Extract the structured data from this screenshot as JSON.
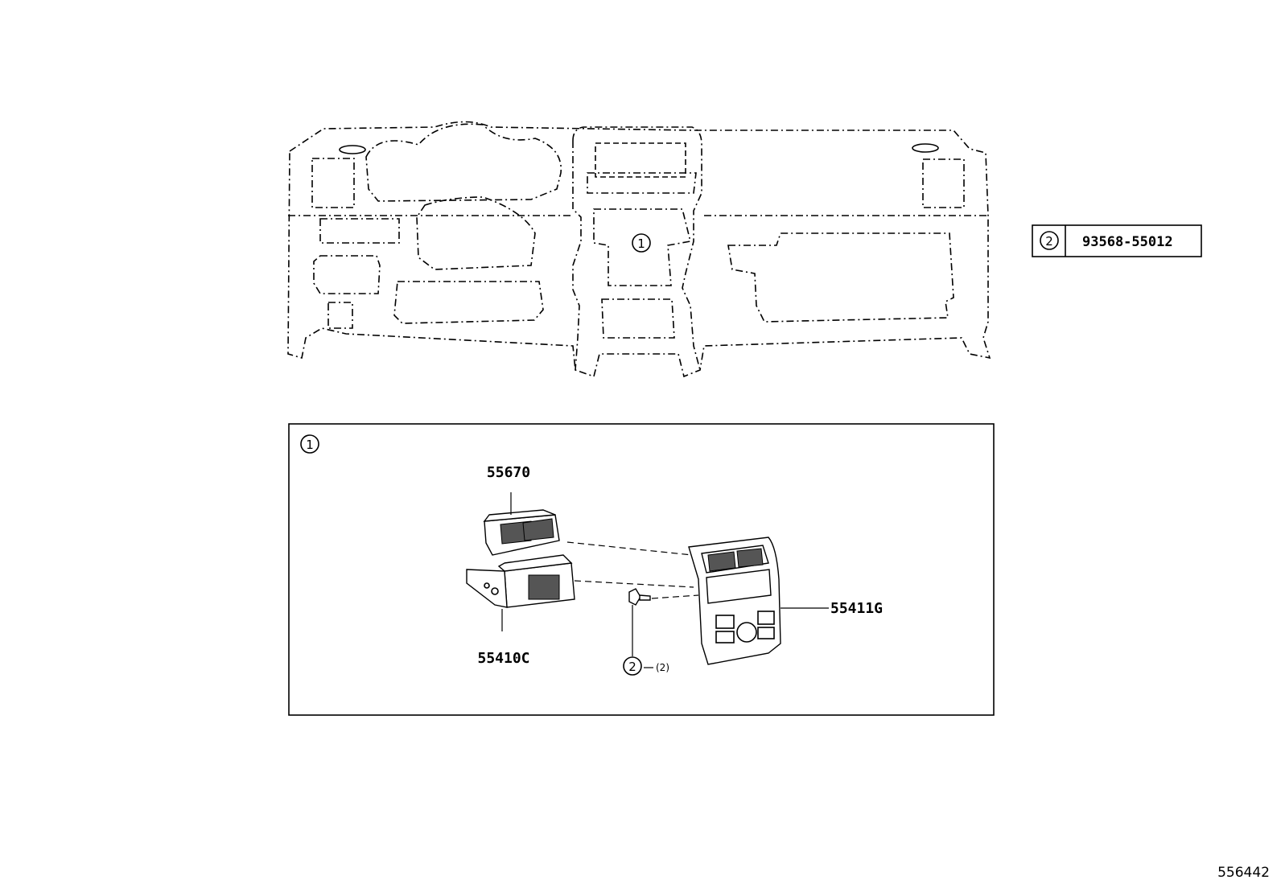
{
  "callouts": {
    "one": "1",
    "two": "2"
  },
  "legend": {
    "ref": "2",
    "part_number": "93568-55012"
  },
  "parts": {
    "p55670": "55670",
    "p55410c": "55410C",
    "p55411g": "55411G"
  },
  "screw": {
    "ref": "2",
    "qty": "(2)"
  },
  "footer": {
    "diagram_id": "556442"
  }
}
